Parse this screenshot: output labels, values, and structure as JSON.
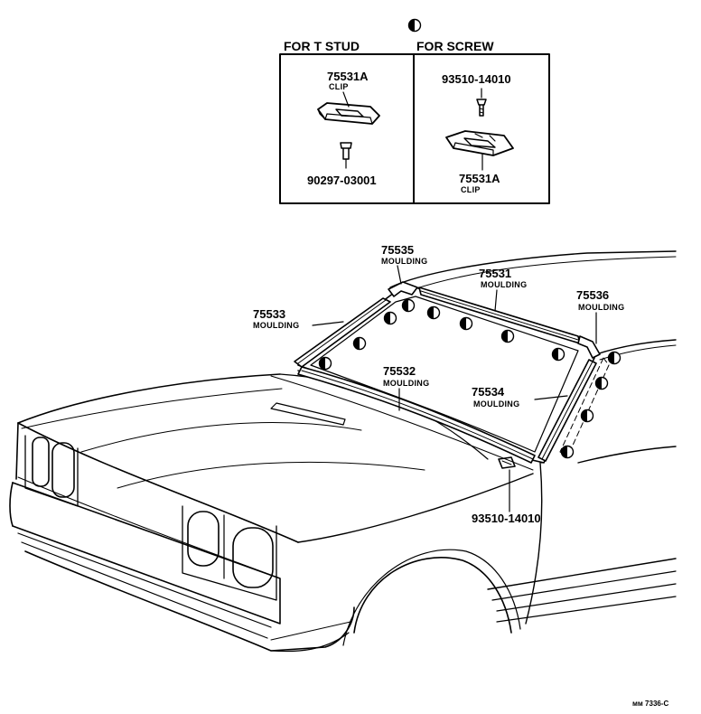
{
  "inset": {
    "left_header": "FOR T STUD",
    "right_header": "FOR SCREW",
    "left": {
      "clip_part": "75531A",
      "clip_name": "CLIP",
      "stud_part": "90297-03001"
    },
    "right": {
      "screw_part": "93510-14010",
      "clip_part": "75531A",
      "clip_name": "CLIP"
    }
  },
  "callouts": {
    "m75535": {
      "part": "75535",
      "name": "MOULDING"
    },
    "m75531": {
      "part": "75531",
      "name": "MOULDING"
    },
    "m75533": {
      "part": "75533",
      "name": "MOULDING"
    },
    "m75536": {
      "part": "75536",
      "name": "MOULDING"
    },
    "m75532": {
      "part": "75532",
      "name": "MOULDING"
    },
    "m75534": {
      "part": "75534",
      "name": "MOULDING"
    },
    "screw": {
      "part": "93510-14010"
    }
  },
  "figure_ref": "ᴍᴍ 7336-C",
  "colors": {
    "ink": "#000000",
    "paper": "#ffffff"
  }
}
